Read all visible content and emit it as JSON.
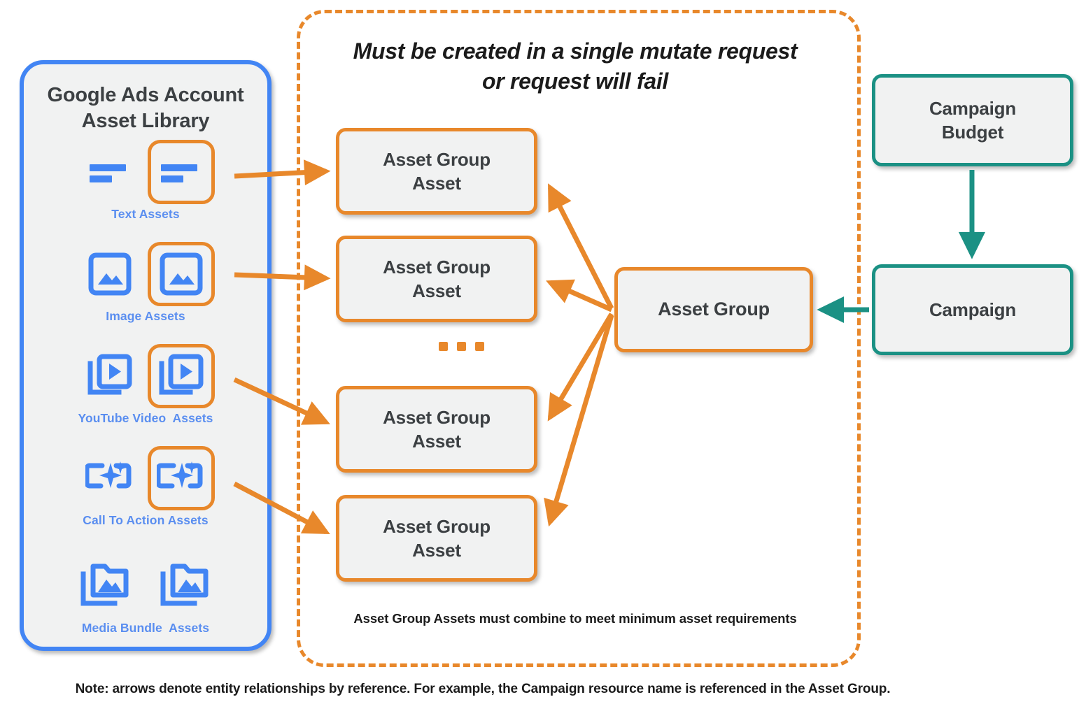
{
  "library": {
    "title": "Google Ads Account\nAsset Library",
    "border_color": "#4285f4",
    "items": [
      {
        "caption": "Text Assets",
        "icon": "text-asset-icon",
        "boxed": true
      },
      {
        "caption": "Image Assets",
        "icon": "image-asset-icon",
        "boxed": true
      },
      {
        "caption": "YouTube Video  Assets",
        "icon": "youtube-video-asset-icon",
        "boxed": true
      },
      {
        "caption": "Call To Action Assets",
        "icon": "call-to-action-asset-icon",
        "boxed": true
      },
      {
        "caption": "Media Bundle  Assets",
        "icon": "media-bundle-asset-icon",
        "boxed": false
      }
    ]
  },
  "mutate_region": {
    "title": "Must be created in a single mutate request\nor request will fail",
    "footnote": "Asset Group Assets must combine to meet minimum asset requirements",
    "ellipsis": "...",
    "border_color": "#e8882b",
    "border_style": "dashed"
  },
  "nodes": {
    "asset_group_assets": [
      {
        "label": "Asset Group\nAsset"
      },
      {
        "label": "Asset Group\nAsset"
      },
      {
        "label": "Asset Group\nAsset"
      },
      {
        "label": "Asset Group\nAsset"
      }
    ],
    "asset_group": {
      "label": "Asset Group",
      "color": "#e8882b"
    },
    "campaign_budget": {
      "label": "Campaign\nBudget",
      "color": "#1b9184"
    },
    "campaign": {
      "label": "Campaign",
      "color": "#1b9184"
    }
  },
  "note": "Note: arrows denote entity relationships by reference. For example, the Campaign resource name is referenced in the Asset Group.",
  "colors": {
    "orange": "#e8882b",
    "teal": "#1b9184",
    "blue": "#4285f4",
    "caption_blue": "#5a8ef0",
    "node_fill": "#f1f2f2",
    "text_dark": "#3c4043"
  }
}
